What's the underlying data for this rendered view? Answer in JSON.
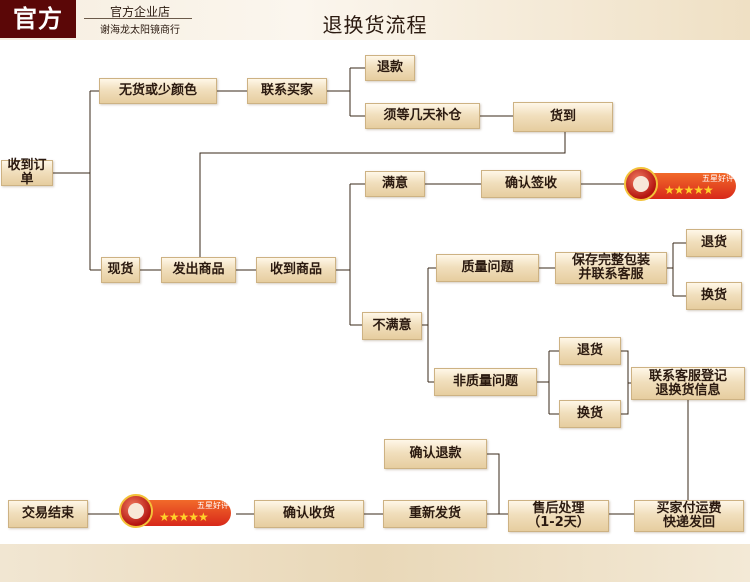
{
  "header": {
    "logo": "官方",
    "shop_name": "官方企业店",
    "shop_sub": "谢海龙太阳镜商行",
    "title": "退换货流程"
  },
  "nodes": {
    "receive_order": "收到订单",
    "no_goods": "无货或少颜色",
    "contact_buyer": "联系买家",
    "refund": "退款",
    "wait_restock": "须等几天补仓",
    "goods_arrived": "货到",
    "in_stock": "现货",
    "ship_goods": "发出商品",
    "receive_goods": "收到商品",
    "satisfied": "满意",
    "confirm_receipt": "确认签收",
    "unsatisfied": "不满意",
    "quality_issue": "质量问题",
    "keep_package": "保存完整包装\n并联系客服",
    "return_1": "退货",
    "exchange_1": "换货",
    "non_quality_issue": "非质量问题",
    "return_2": "退货",
    "exchange_2": "换货",
    "contact_service_register": "联系客服登记\n退换货信息",
    "buyer_pays_shipping": "买家付运费\n快递发回",
    "after_sale": "售后处理\n（1-2天）",
    "confirm_refund": "确认退款",
    "reship": "重新发货",
    "confirm_delivery": "确认收货",
    "deal_closed": "交易结束"
  },
  "badges": {
    "rating_text": "五星好评",
    "stars": "★★★★★"
  }
}
